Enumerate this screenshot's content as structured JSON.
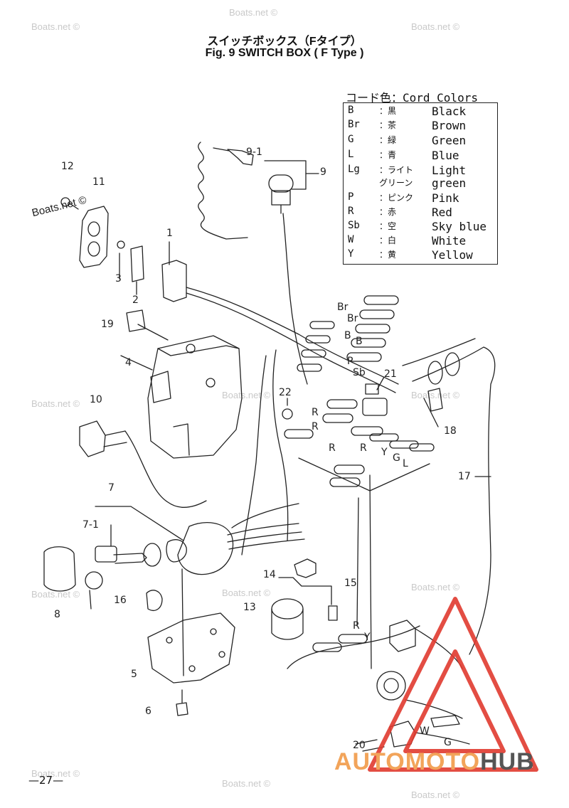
{
  "header": {
    "title_jp": "スイッチボックス（Fタイプ）",
    "title_en": "Fig. 9   SWITCH BOX ( F Type )"
  },
  "legend": {
    "title": "コード色：Cord Colors",
    "rows": [
      {
        "code": "B",
        "jp": "：黒",
        "en": "Black"
      },
      {
        "code": "Br",
        "jp": "：茶",
        "en": "Brown"
      },
      {
        "code": "G",
        "jp": "：緑",
        "en": "Green"
      },
      {
        "code": "L",
        "jp": "：青",
        "en": "Blue"
      },
      {
        "code": "Lg",
        "jp": "：ライト",
        "en": "Light"
      },
      {
        "code": "",
        "jp": "グリーン",
        "en": "green"
      },
      {
        "code": "P",
        "jp": "：ピンク",
        "en": "Pink"
      },
      {
        "code": "R",
        "jp": "：赤",
        "en": "Red"
      },
      {
        "code": "Sb",
        "jp": "：空",
        "en": "Sky blue"
      },
      {
        "code": "W",
        "jp": "：白",
        "en": "White"
      },
      {
        "code": "Y",
        "jp": "：黄",
        "en": "Yellow"
      }
    ]
  },
  "callouts": [
    "12",
    "11",
    "1",
    "3",
    "2",
    "19",
    "4",
    "10",
    "9-1",
    "9",
    "22",
    "21",
    "18",
    "17",
    "7",
    "7-1",
    "8",
    "16",
    "14",
    "15",
    "13",
    "5",
    "6",
    "20"
  ],
  "wire_labels": [
    "Br",
    "Br",
    "B",
    "B",
    "P",
    "Sb",
    "R",
    "R",
    "R",
    "R",
    "Y",
    "G",
    "L",
    "R",
    "Y",
    "W",
    "G"
  ],
  "watermark": "Boats.net ©",
  "page_number": "—27—",
  "logo": {
    "part_a": "AUTOMOTO",
    "part_b": "HUB",
    "accent": "#f2a45a",
    "triangle": "#e03a2f"
  }
}
